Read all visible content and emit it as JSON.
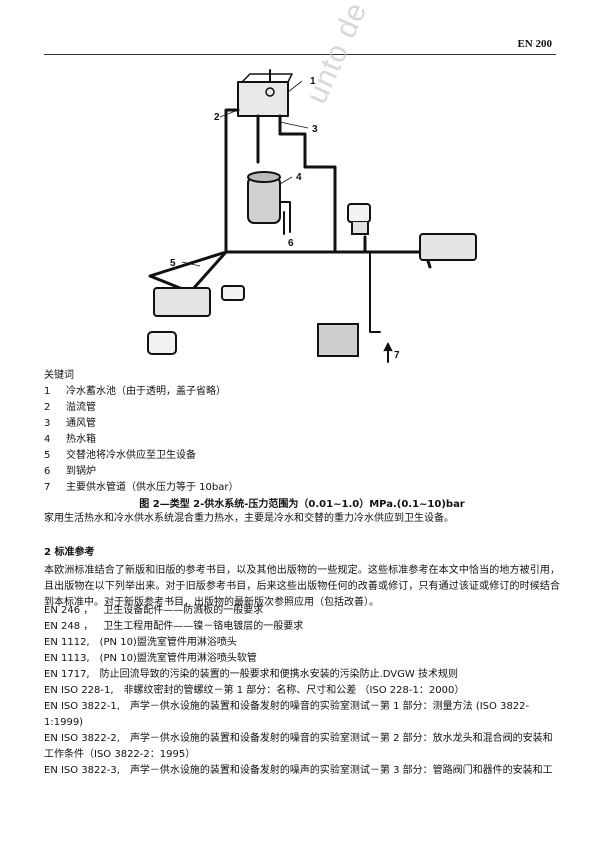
{
  "header": {
    "doc_id": "EN 200"
  },
  "watermark": {
    "text": "unto de trabajo"
  },
  "figure": {
    "callouts": [
      "1",
      "2",
      "3",
      "4",
      "5",
      "6",
      "7"
    ]
  },
  "legend": {
    "title": "关键词",
    "items": [
      {
        "num": "1",
        "text": "冷水蓄水池（由于透明，盖子省略）"
      },
      {
        "num": "2",
        "text": "溢流管"
      },
      {
        "num": "3",
        "text": "通风管"
      },
      {
        "num": "4",
        "text": "热水箱"
      },
      {
        "num": "5",
        "text": "交替池将冷水供应至卫生设备"
      },
      {
        "num": "6",
        "text": "到锅炉"
      },
      {
        "num": "7",
        "text": "主要供水管道（供水压力等于 10bar）"
      }
    ]
  },
  "caption": "图 2—类型 2-供水系统-压力范围为（0.01~1.0）MPa.(0.1~10)bar",
  "description": "家用生活热水和冷水供水系统混合重力热水，主要是冷水和交替的重力冷水供应到卫生设备。",
  "section": {
    "title": "2    标准参考",
    "intro": "本欧洲标准结合了新版和旧版的参考书目，以及其他出版物的一些规定。这些标准参考在本文中恰当的地方被引用，且出版物在以下列举出来。对于旧版参考书目，后来这些出版物任何的改善或修订，只有通过该证或修订的时候结合到本标准中。对于新版参考书目，出版物的最新版次参照应用（包括改善）。"
  },
  "references": [
    {
      "code": "EN 246 ，",
      "text": "卫生设备配件——防溅板的一般要求"
    },
    {
      "code": "EN 248 ，",
      "text": "卫生工程用配件——镍－铬电镀层的一般要求"
    },
    {
      "code": "EN 1112,",
      "text": "(PN 10)盥洗室管件用淋浴喷头"
    },
    {
      "code": "EN 1113,",
      "text": "(PN 10)盥洗室管件用淋浴喷头软管"
    },
    {
      "code": "EN 1717,",
      "text": "防止回流导致的污染的装置的一般要求和便携水安装的污染防止.DVGW  技术规则"
    },
    {
      "code": "EN ISO 228-1,",
      "text": "非螺纹密封的管螺纹－第 1 部分：名称、尺寸和公差 （ISO 228-1：2000）"
    },
    {
      "code": "EN ISO 3822-1,",
      "text": "声学－供水设施的装置和设备发射的噪音的实验室测试－第 1 部分：测量方法 (ISO 3822-1:1999)"
    },
    {
      "code": "EN ISO 3822-2,",
      "text": "声学－供水设施的装置和设备发射的噪音的实验室测试－第 2 部分：放水龙头和混合阀的安装和工作条件（ISO 3822-2：1995）"
    },
    {
      "code": "EN ISO 3822-3,",
      "text": "声学－供水设施的装置和设备发射的噪声的实验室测试－第 3 部分：管路阀门和器件的安装和工"
    }
  ]
}
